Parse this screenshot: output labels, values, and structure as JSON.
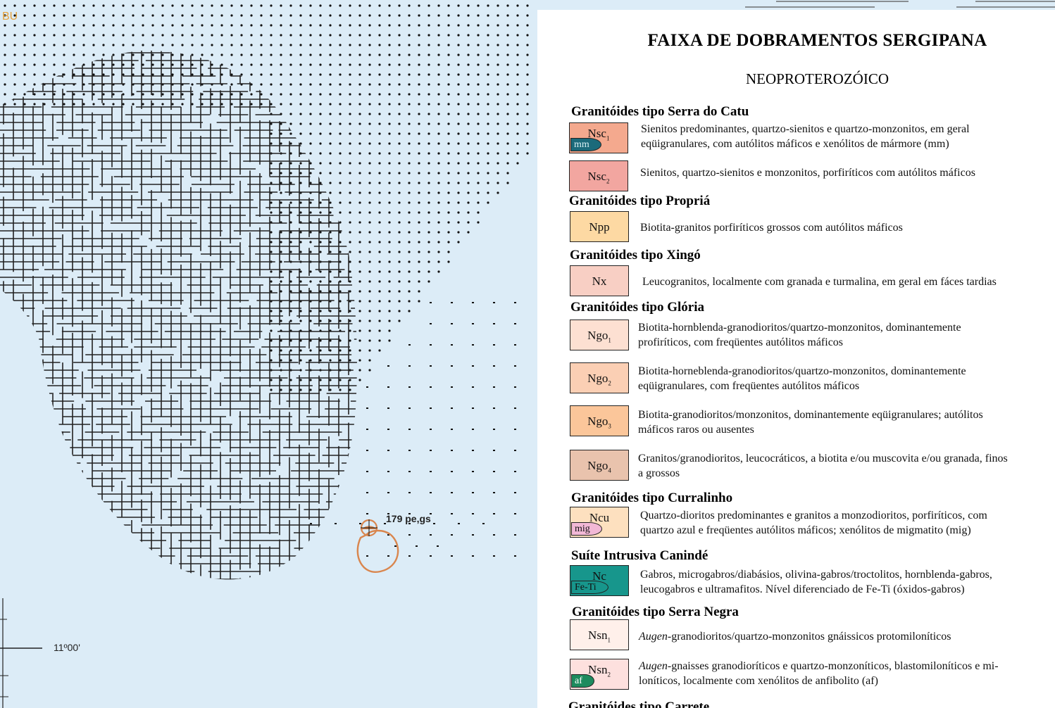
{
  "map": {
    "corner_label": "BU",
    "point_label": "179 pe,gs",
    "latitude_label": "11º00'",
    "colors": {
      "background": "#dcecf7",
      "granite_hatch": "#222222",
      "marker": "#d9864e"
    }
  },
  "legend": {
    "title": "FAIXA DE DOBRAMENTOS SERGIPANA",
    "era": "NEOPROTEROZÓICO",
    "groups": {
      "serra_do_catu": "Granitóides tipo Serra do Catu",
      "propria": "Granitóides tipo Propriá",
      "xingo": "Granitóides tipo Xingó",
      "gloria": "Granitóides tipo Glória",
      "curralinho": "Granitóides tipo Curralinho",
      "caninde": "Suíte Intrusiva Canindé",
      "serra_negra": "Granitóides tipo Serra Negra",
      "next_partial": "Granitóides tipo Carrete"
    },
    "units": {
      "nsc1": {
        "code": "Nsc",
        "sub": "1",
        "tag": "mm",
        "color": "#f4a98e",
        "tag_color": "#1b6a7a",
        "desc_1": "Sienitos predominantes, quartzo-sienitos e quartzo-monzonitos, em geral",
        "desc_2": "eqüigranulares, com autólitos máficos e xenólitos de mármore (mm)"
      },
      "nsc2": {
        "code": "Nsc",
        "sub": "2",
        "color": "#f2a6a0",
        "desc_1": "Sienitos, quartzo-sienitos e monzonitos, porfiríticos com autólitos máficos"
      },
      "npp": {
        "code": "Npp",
        "color": "#fdd9a3",
        "desc_1": "Biotita-granitos porfiríticos grossos com autólitos máficos"
      },
      "nx": {
        "code": "Nx",
        "color": "#f8cfc4",
        "desc_1": "Leucogranitos, localmente com granada e  turmalina, em geral em fáces  tardias"
      },
      "ngo1": {
        "code": "Ngo",
        "sub": "1",
        "color": "#fde0d2",
        "desc_1": "Biotita-hornblenda-granodioritos/quartzo-monzonitos,  dominantemente",
        "desc_2": "profiríticos, com freqüentes autólitos máficos"
      },
      "ngo2": {
        "code": "Ngo",
        "sub": "2",
        "color": "#fbcfb4",
        "desc_1": "Biotita-horneblenda-granodioritos/quartzo-monzonitos,  dominantemente",
        "desc_2": "eqüigranulares, com freqüentes autólitos máficos"
      },
      "ngo3": {
        "code": "Ngo",
        "sub": "3",
        "color": "#fbc69a",
        "desc_1": "Biotita-granodioritos/monzonitos,  dominantemente  eqüigranulares;  autólitos",
        "desc_2": "máficos raros ou ausentes"
      },
      "ngo4": {
        "code": "Ngo",
        "sub": "4",
        "color": "#e9c3ad",
        "desc_1": "Granitos/granodioritos, leucocráticos, a biotita e/ou muscovita e/ou granada, finos",
        "desc_2": "a grossos"
      },
      "ncu": {
        "code": "Ncu",
        "tag": "mig",
        "color": "#fde0bf",
        "tag_color": "#f2b8d6",
        "desc_1": "Quartzo-dioritos  predominantes  e  granitos  a  monzodioritos,  porfiríticos,  com",
        "desc_2": "quartzo azul e freqüentes autólitos máficos; xenólitos de migmatito (mig)"
      },
      "nc": {
        "code": "Nc",
        "tag": "Fe-Ti",
        "color": "#17968c",
        "tag_color": "#17968c",
        "desc_1": "Gabros,  microgabros/diabásios,  olivina-gabros/troctolitos,  hornblenda-gabros,",
        "desc_2": "leucogabros e ultramafitos. Nível diferenciado de Fe-Ti (óxidos-gabros)"
      },
      "nsn1": {
        "code": "Nsn",
        "sub": "1",
        "color": "#fff0ea",
        "desc_italic": "Augen",
        "desc_1": "-granodioritos/quartzo-monzonitos gnáissicos protomiloníticos"
      },
      "nsn2": {
        "code": "Nsn",
        "sub": "2",
        "tag": "af",
        "color": "#fde0de",
        "tag_color": "#1e8b5e",
        "desc_italic": "Augen",
        "desc_1": "-gnaisses granodioríticos  e  quartzo-monzoníticos, blastomiloníticos e mi-",
        "desc_2": "loníticos, localmente com xenólitos de anfibolito (af)"
      }
    }
  }
}
